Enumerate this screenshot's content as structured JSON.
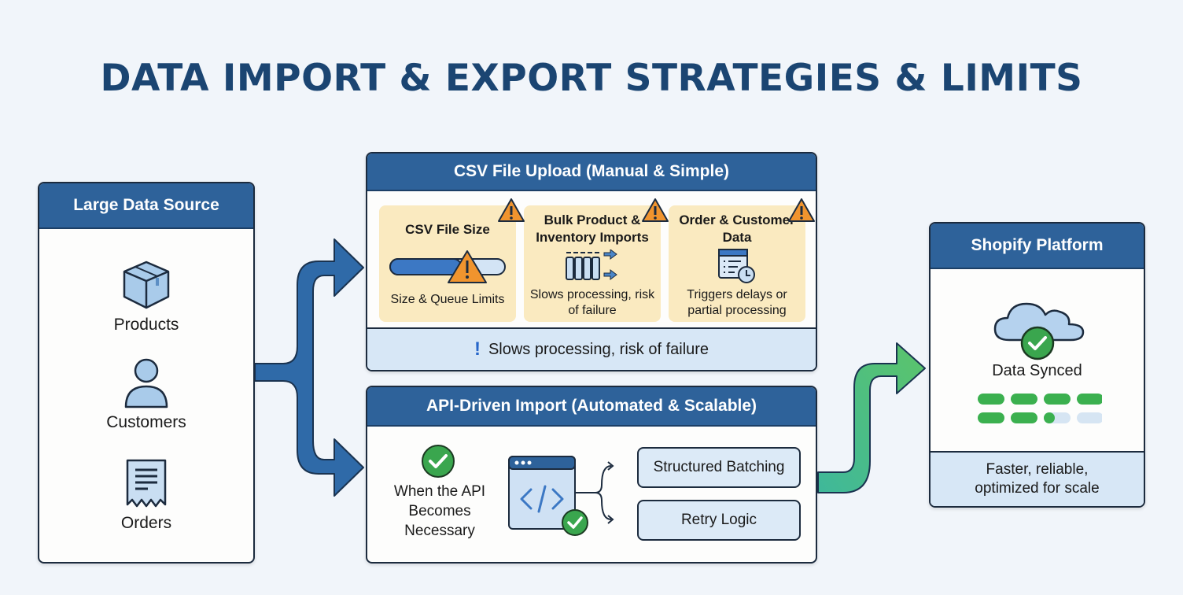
{
  "title": "DATA IMPORT & EXPORT STRATEGIES & LIMITS",
  "colors": {
    "title": "#1b4572",
    "header_blue": "#2e629a",
    "warning_tile": "#faeac0",
    "warning_orange": "#f0942e",
    "success_green": "#3aa64e",
    "footer_light_blue": "#d7e7f6"
  },
  "source": {
    "header": "Large Data Source",
    "items": [
      {
        "label": "Products",
        "icon": "box-icon"
      },
      {
        "label": "Customers",
        "icon": "user-icon"
      },
      {
        "label": "Orders",
        "icon": "receipt-icon"
      }
    ]
  },
  "csv": {
    "header": "CSV File Upload (Manual & Simple)",
    "tiles": [
      {
        "title": "CSV File Size",
        "desc": "Size & Queue Limits",
        "icon": "progress-bar-warning-icon",
        "progress": 0.62
      },
      {
        "title": "Bulk Product & Inventory Imports",
        "desc": "Slows processing, risk of failure",
        "icon": "bulk-queue-icon"
      },
      {
        "title": "Order & Customer Data",
        "desc": "Triggers delays or partial processing",
        "icon": "scheduled-list-icon"
      }
    ],
    "footer": "Slows processing, risk of failure"
  },
  "api": {
    "header": "API-Driven Import (Automated & Scalable)",
    "when_text": "When the API Becomes Necessary",
    "options": [
      "Structured Batching",
      "Retry Logic"
    ]
  },
  "shopify": {
    "header": "Shopify Platform",
    "status": "Data Synced",
    "sync_progress": 0.78,
    "footer": "Faster, reliable, optimized for scale"
  }
}
